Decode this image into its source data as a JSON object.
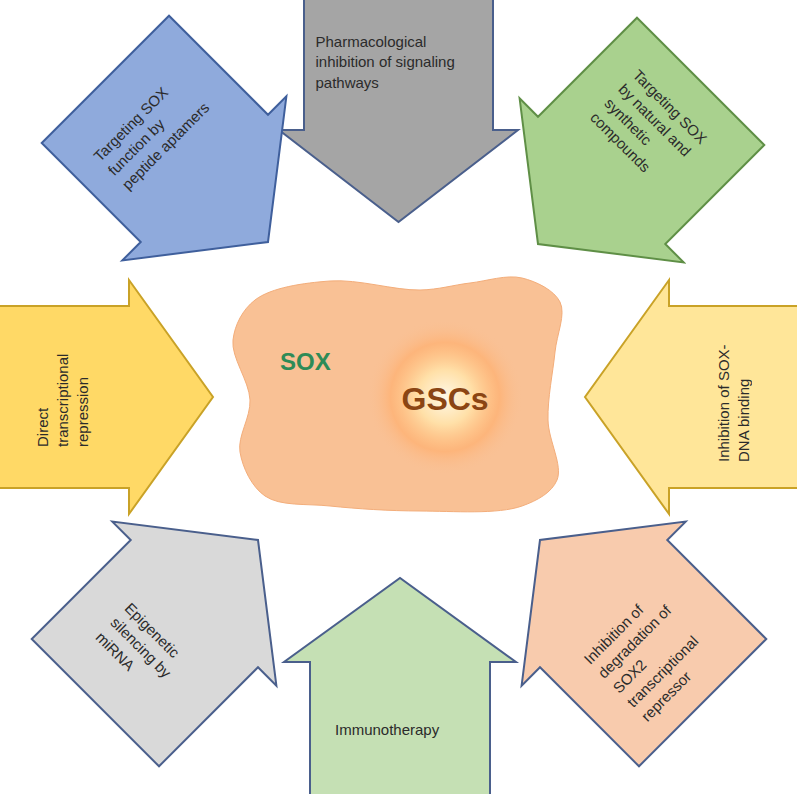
{
  "diagram": {
    "nodes": [
      {
        "text": [
          "Pharmacological inhibition of signaling pathways"
        ]
      },
      {
        "text": [
          "Targeting SOX function by peptide aptamers"
        ]
      },
      {
        "text": [
          "Targeting SOX by natural and synthetic compounds"
        ]
      },
      {
        "text": [
          "Direct transcriptional repression"
        ]
      },
      {
        "text": [
          "SOX",
          "GSCs"
        ]
      },
      {
        "text": [
          "Inhibition of SOX-DNA binding"
        ]
      },
      {
        "text": [
          "Epigenetic silencing by miRNA"
        ]
      },
      {
        "text": [
          "Immunotherapy"
        ]
      },
      {
        "text": [
          "Inhibition of degradation of SOX2 transcriptional repressor"
        ]
      }
    ]
  }
}
